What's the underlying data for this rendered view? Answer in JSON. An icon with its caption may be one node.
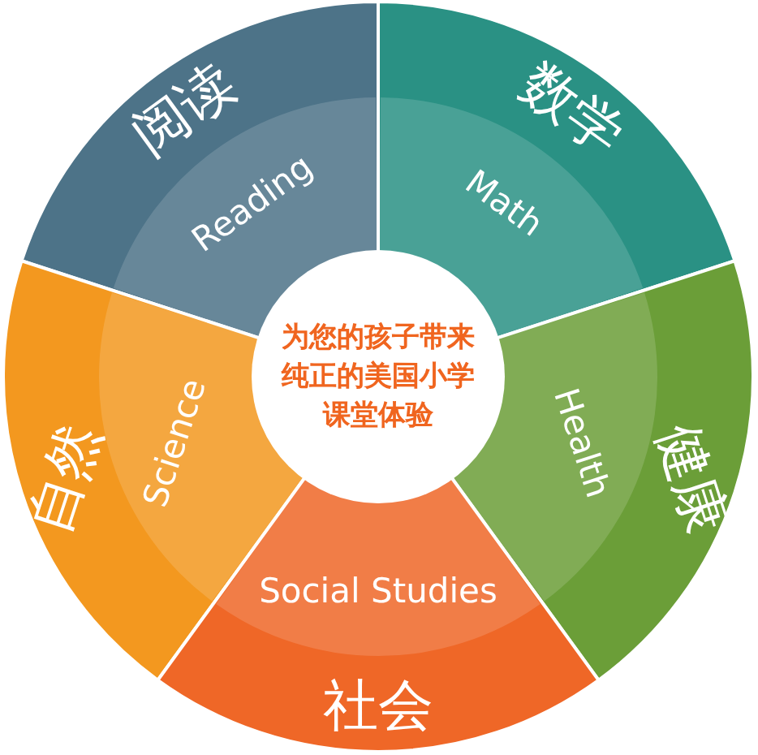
{
  "diagram": {
    "nodes": [
      {
        "text": [
          "为您的孩子带来纯正的美国小学课堂体验"
        ]
      },
      {
        "text": [
          "阅读",
          "Reading"
        ]
      },
      {
        "text": [
          "数学",
          "Math"
        ]
      },
      {
        "text": [
          "自然",
          "Science"
        ]
      },
      {
        "text": [
          "健康",
          "Health"
        ]
      },
      {
        "text": [
          "Social Studies",
          "社会"
        ]
      }
    ]
  }
}
